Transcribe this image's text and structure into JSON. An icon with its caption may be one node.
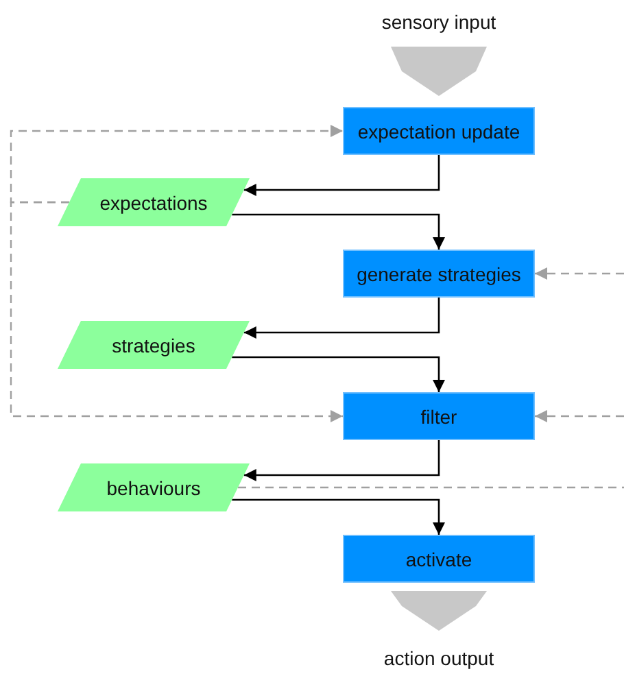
{
  "diagram": {
    "nodes": [
      {
        "text": [
          "sensory input"
        ]
      },
      {
        "text": [
          "expectation update"
        ]
      },
      {
        "text": [
          "expectations"
        ]
      },
      {
        "text": [
          "generate strategies"
        ]
      },
      {
        "text": [
          "strategies"
        ]
      },
      {
        "text": [
          "filter"
        ]
      },
      {
        "text": [
          "behaviours"
        ]
      },
      {
        "text": [
          "activate"
        ]
      },
      {
        "text": [
          "action output"
        ]
      }
    ],
    "edges": [
      {
        "from": 0,
        "to": 1,
        "arrow": "to",
        "style": "thick",
        "color": "#c8c8c8"
      },
      {
        "from": 1,
        "to": 2,
        "arrow": "to"
      },
      {
        "from": 2,
        "to": 3,
        "arrow": "to"
      },
      {
        "from": 3,
        "to": 4,
        "arrow": "to"
      },
      {
        "from": 4,
        "to": 5,
        "arrow": "to"
      },
      {
        "from": 5,
        "to": 6,
        "arrow": "to"
      },
      {
        "from": 6,
        "to": 7,
        "arrow": "to"
      },
      {
        "from": 7,
        "to": 8,
        "arrow": "to",
        "style": "thick",
        "color": "#c8c8c8"
      },
      {
        "from": 2,
        "to": 1,
        "arrow": "to",
        "style": "dashed",
        "color": "#a0a0a0"
      },
      {
        "from": 2,
        "to": 5,
        "arrow": "to",
        "style": "dashed",
        "color": "#a0a0a0"
      },
      {
        "from": null,
        "to": 3,
        "arrow": "to",
        "style": "dashed",
        "color": "#a0a0a0"
      },
      {
        "from": null,
        "to": 5,
        "arrow": "to",
        "style": "dashed",
        "color": "#a0a0a0"
      },
      {
        "from": 6,
        "to": null,
        "arrow": "none",
        "style": "dashed",
        "color": "#a0a0a0"
      }
    ]
  }
}
